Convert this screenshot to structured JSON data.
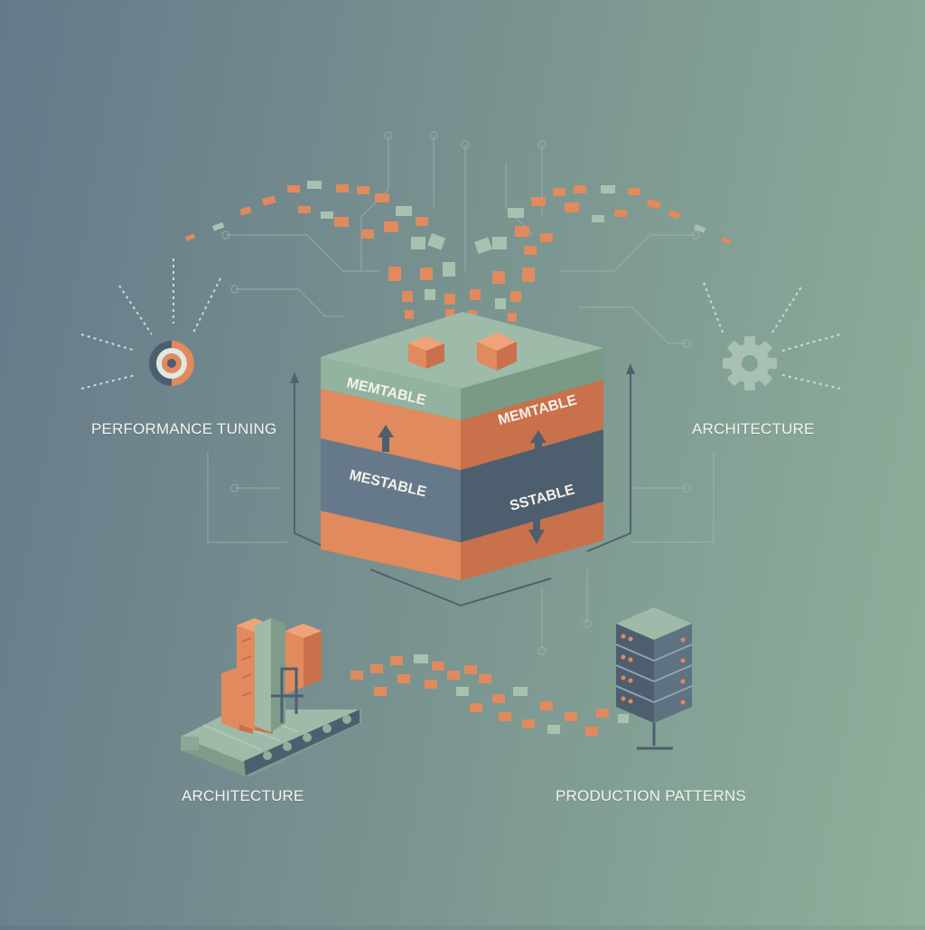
{
  "labels": {
    "performance_tuning": "PERFORMANCE TUNING",
    "architecture_right": "ARCHITECTURE",
    "architecture_bottom": "ARCHITECTURE",
    "production_patterns": "PRODUCTION PATTERNS"
  },
  "cube": {
    "top_left": "MEMTABLE",
    "top_right": "MEMTABLE",
    "bottom_left": "MESTABLE",
    "bottom_right": "SSTABLE"
  },
  "colors": {
    "orange": "#e08a5e",
    "orange_dark": "#c9714a",
    "sage": "#8fb09b",
    "sage_dark": "#7a9a86",
    "slate": "#5e7282",
    "slate_dark": "#4d5f6e",
    "line": "#b9c8c4"
  },
  "icons": {
    "performance": "target-icon",
    "architecture": "gear-icon",
    "factory": "factory-conveyor-icon",
    "server": "server-rack-icon"
  }
}
